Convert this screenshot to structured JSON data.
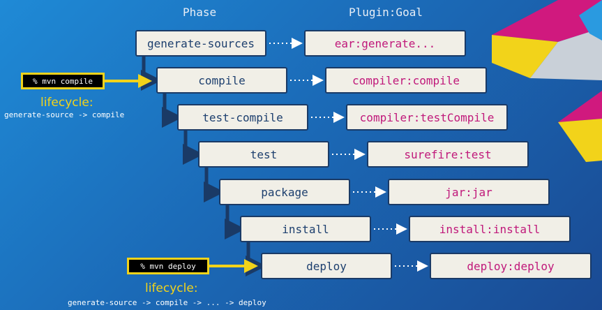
{
  "headers": {
    "phase": "Phase",
    "goal": "Plugin:Goal"
  },
  "phases": [
    {
      "name": "generate-sources",
      "goal": "ear:generate..."
    },
    {
      "name": "compile",
      "goal": "compiler:compile"
    },
    {
      "name": "test-compile",
      "goal": "compiler:testCompile"
    },
    {
      "name": "test",
      "goal": "surefire:test"
    },
    {
      "name": "package",
      "goal": "jar:jar"
    },
    {
      "name": "install",
      "goal": "install:install"
    },
    {
      "name": "deploy",
      "goal": "deploy:deploy"
    }
  ],
  "commands": [
    {
      "text": "% mvn compile",
      "lifecycle_title": "lifecycle:",
      "lifecycle_seq": "generate-source -> compile"
    },
    {
      "text": "% mvn deploy",
      "lifecycle_title": "lifecycle:",
      "lifecycle_seq": "generate-source -> compile -> ... -> deploy"
    }
  ],
  "colors": {
    "box_fill": "#f1efe7",
    "phase_text": "#1d3f6e",
    "goal_text": "#c0187a",
    "highlight": "#f2d31a",
    "magenta": "#d0197e",
    "accent_blue": "#2a9ae0"
  }
}
